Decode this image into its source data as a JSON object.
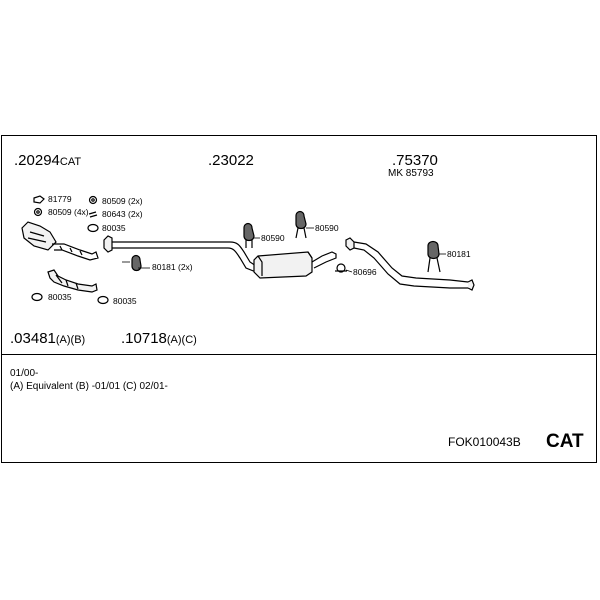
{
  "parts": {
    "p1": {
      "num": ".20294",
      "suf": "CAT"
    },
    "p2": {
      "num": ".23022",
      "suf": ""
    },
    "p3": {
      "num": ".75370",
      "suf": ""
    },
    "p3_kit": "MK 85793",
    "p4": {
      "num": ".03481",
      "suf": "(A)(B)"
    },
    "p5": {
      "num": ".10718",
      "suf": "(A)(C)"
    }
  },
  "small_parts": {
    "a": "81779",
    "b": "80509 (4x)",
    "c": "80509 (2x)",
    "d": "80643 (2x)",
    "e": "80035",
    "f": "80035",
    "g": "80035",
    "h": "80181 (2x)",
    "i": "80590",
    "j": "80590",
    "k": "80696",
    "l": "80181"
  },
  "notes": {
    "line1": "01/00-",
    "line2": "(A) Equivalent (B) -01/01 (C) 02/01-"
  },
  "footer": {
    "code": "FOK010043B",
    "brand": "CAT"
  }
}
